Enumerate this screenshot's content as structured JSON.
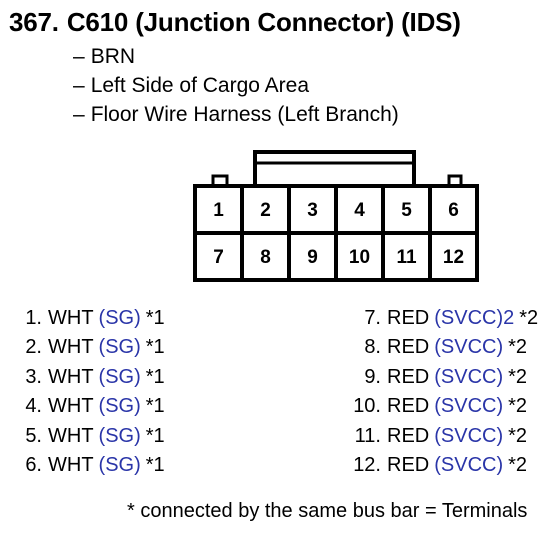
{
  "header": {
    "number": "367.",
    "title": "C610 (Junction Connector) (IDS)"
  },
  "details": [
    "BRN",
    "Left Side of Cargo Area",
    "Floor Wire Harness (Left Branch)"
  ],
  "connector": {
    "top_row": [
      "1",
      "2",
      "3",
      "4",
      "5",
      "6"
    ],
    "bottom_row": [
      "7",
      "8",
      "9",
      "10",
      "11",
      "12"
    ]
  },
  "pins_left": [
    {
      "num": "1.",
      "color": "WHT",
      "signal": "(SG)",
      "note": "*1"
    },
    {
      "num": "2.",
      "color": "WHT",
      "signal": "(SG)",
      "note": "*1"
    },
    {
      "num": "3.",
      "color": "WHT",
      "signal": "(SG)",
      "note": "*1"
    },
    {
      "num": "4.",
      "color": "WHT",
      "signal": "(SG)",
      "note": "*1"
    },
    {
      "num": "5.",
      "color": "WHT",
      "signal": "(SG)",
      "note": "*1"
    },
    {
      "num": "6.",
      "color": "WHT",
      "signal": "(SG)",
      "note": "*1"
    }
  ],
  "pins_right": [
    {
      "num": "7.",
      "color": "RED",
      "signal": "(SVCC)2",
      "note": "*2"
    },
    {
      "num": "8.",
      "color": "RED",
      "signal": "(SVCC)",
      "note": "*2"
    },
    {
      "num": "9.",
      "color": "RED",
      "signal": "(SVCC)",
      "note": "*2"
    },
    {
      "num": "10.",
      "color": "RED",
      "signal": "(SVCC)",
      "note": "*2"
    },
    {
      "num": "11.",
      "color": "RED",
      "signal": "(SVCC)",
      "note": "*2"
    },
    {
      "num": "12.",
      "color": "RED",
      "signal": "(SVCC)",
      "note": "*2"
    }
  ],
  "footnote": "* connected by the same bus bar = Terminals",
  "colors": {
    "signal_text": "#2a35a8",
    "line": "#000000"
  }
}
